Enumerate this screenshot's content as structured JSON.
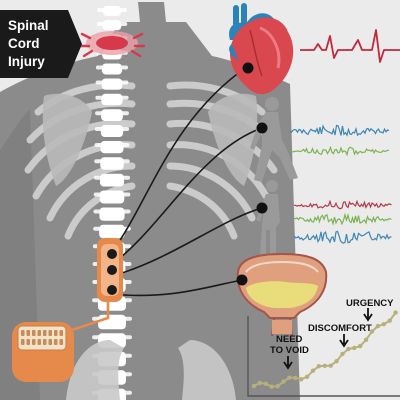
{
  "badge": {
    "line1": "Spinal",
    "line2": "Cord",
    "line3": "Injury"
  },
  "labels": {
    "need_line1": "NEED",
    "need_line2": "TO VOID",
    "discomfort": "DISCOMFORT",
    "urgency": "URGENCY"
  },
  "colors": {
    "background": "#ebebeb",
    "body": "#8a8a8a",
    "bone": "#ffffff",
    "injury": "#d63a4a",
    "device": "#e58a4a",
    "heart": "#d9474f",
    "vessel": "#2b84b8",
    "ekg": "#c2283d",
    "wave_blue": "#3d86b8",
    "wave_green": "#7bb352",
    "wave_red": "#b3384a",
    "bladder_fill": "#e8dd7a",
    "bladder_wall": "#e0a07e",
    "trend": "#b6b07a"
  }
}
